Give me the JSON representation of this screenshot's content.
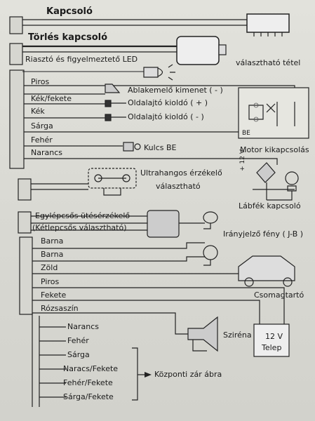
{
  "labels": {
    "kapcsolo": "Kapcsoló",
    "torles": "Törlés kapcsoló",
    "led": "Riasztó és figyelmeztető LED",
    "valaszthato_tetel": "választható tétel",
    "piros_top": "Piros",
    "kek_fekete": "Kék/fekete",
    "kek": "Kék",
    "sarga": "Sárga",
    "feher": "Fehér",
    "narancs": "Narancs",
    "ablakemelo": "Ablakemelő kimenet ( - )",
    "oldal_plus": "Oldalajtó kioldó ( + )",
    "oldal_minus": "Oldalajtó kioldó ( - )",
    "be": "BE",
    "motor": "Motor kikapcsolás",
    "kulcs": "Kulcs BE",
    "ultra1": "Ultrahangos érzékelő",
    "ultra2": "választható",
    "v12": "+ 12 V",
    "labfek": "Lábfék kapcsoló",
    "egylepcsos": "Egylépcsős ütésérzékelő",
    "ketlepcsos": "(Kétlepcsős választható)",
    "irany": "Irányjelző fény ( J-B )",
    "barna1": "Barna",
    "barna2": "Barna",
    "zold": "Zöld",
    "piros_bot": "Piros",
    "fekete": "Fekete",
    "rozsaszin": "Rózsaszín",
    "csomagtarto": "Csomagtartó",
    "szirena": "Sziréna",
    "telep1": "12 V",
    "telep2": "Telep",
    "n1": "Narancs",
    "n2": "Fehér",
    "n3": "Sárga",
    "n4": "Naracs/Fekete",
    "n5": "Fehér/Fekete",
    "n6": "Sárga/Fekete",
    "kozponti": "Központi zár ábra"
  }
}
